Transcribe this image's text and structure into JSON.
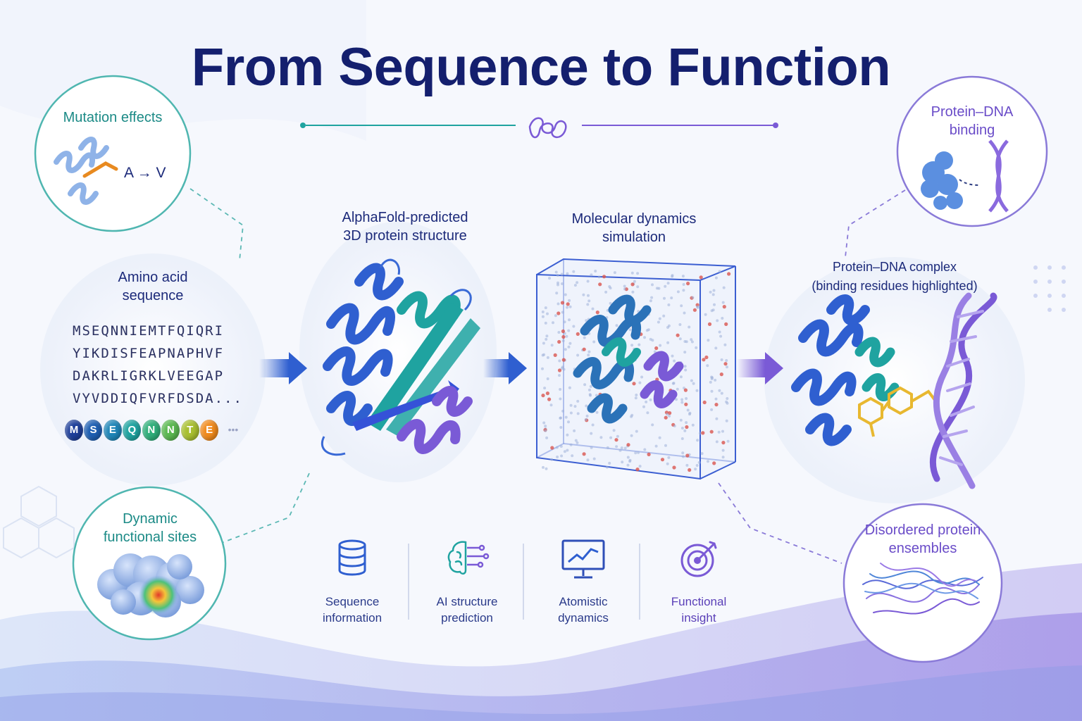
{
  "title": "From Sequence to Function",
  "sequence_panel": {
    "heading": [
      "Amino acid",
      "sequence"
    ],
    "lines": [
      "MSEQNNIEMTFQIQRI",
      "YIKDISFEAPNAPHVF",
      "DAKRLIGRKLVEEGAP",
      "VYVDDIQFVRFDSDA..."
    ],
    "beads": [
      "M",
      "S",
      "E",
      "Q",
      "N",
      "N",
      "T",
      "E"
    ],
    "bead_ellipsis": "•••"
  },
  "structure_panel": {
    "heading": [
      "AlphaFold-predicted",
      "3D protein structure"
    ]
  },
  "md_panel": {
    "heading": [
      "Molecular dynamics",
      "simulation"
    ]
  },
  "complex_panel": {
    "heading": [
      "Protein–DNA complex",
      "(binding residues highlighted)"
    ]
  },
  "satellites": {
    "mutation": {
      "label": "Mutation effects",
      "mutation_text": "A → V"
    },
    "dynamic": {
      "label": [
        "Dynamic",
        "functional sites"
      ]
    },
    "binding": {
      "label": [
        "Protein–DNA",
        "binding"
      ]
    },
    "disordered": {
      "label": [
        "Disordered protein",
        "ensembles"
      ]
    }
  },
  "icons": [
    {
      "icon": "database-icon",
      "label": [
        "Sequence",
        "information"
      ]
    },
    {
      "icon": "brain-circuit-icon",
      "label": [
        "AI structure",
        "prediction"
      ]
    },
    {
      "icon": "monitor-chart-icon",
      "label": [
        "Atomistic",
        "dynamics"
      ]
    },
    {
      "icon": "target-icon",
      "label": [
        "Functional",
        "insight"
      ]
    }
  ],
  "colors": {
    "title": "#141f6e",
    "teal": "#1fa3a0",
    "blue": "#2f5fd0",
    "purple": "#7a5ad6",
    "gold": "#e8b830"
  }
}
